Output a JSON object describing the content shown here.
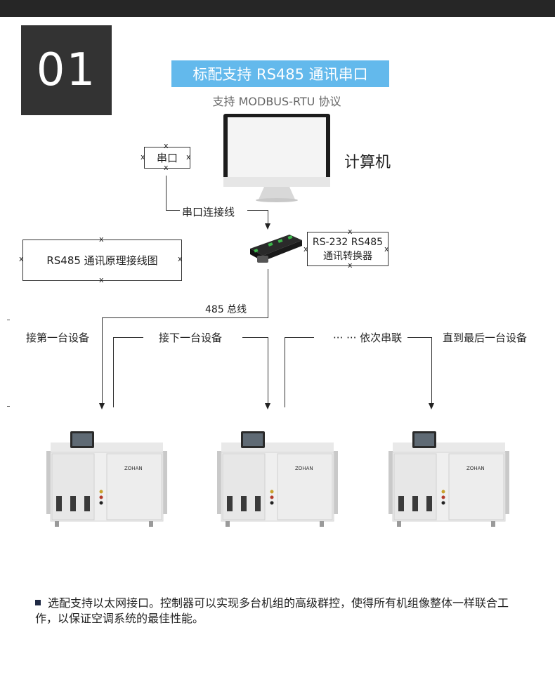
{
  "badge": "01",
  "title": "标配支持 RS485 通讯串口",
  "subtitle": "支持 MODBUS-RTU 协议",
  "computer_label": "计算机",
  "serial_port_label": "串口",
  "serial_cable_label": "串口连接线",
  "wiring_diagram_label": "RS485 通讯原理接线图",
  "converter_label_line1": "RS-232 RS485",
  "converter_label_line2": "通讯转换器",
  "bus_label": "485 总线",
  "step_labels": [
    "接第一台设备",
    "接下一台设备",
    "··· ··· 依次串联",
    "直到最后一台设备"
  ],
  "unit_brand": "ZOHAN",
  "note": "选配支持以太网接口。控制器可以实现多台机组的高级群控，使得所有机组像整体一样联合工作，以保证空调系统的最佳性能。",
  "colors": {
    "title_bg": "#63b9ec",
    "badge_bg": "#333333",
    "topbar": "#262626",
    "bullet": "#1f2a44"
  },
  "icons": [
    "computer-monitor-icon",
    "rs232-rs485-converter-icon",
    "air-conditioning-unit-icon"
  ]
}
